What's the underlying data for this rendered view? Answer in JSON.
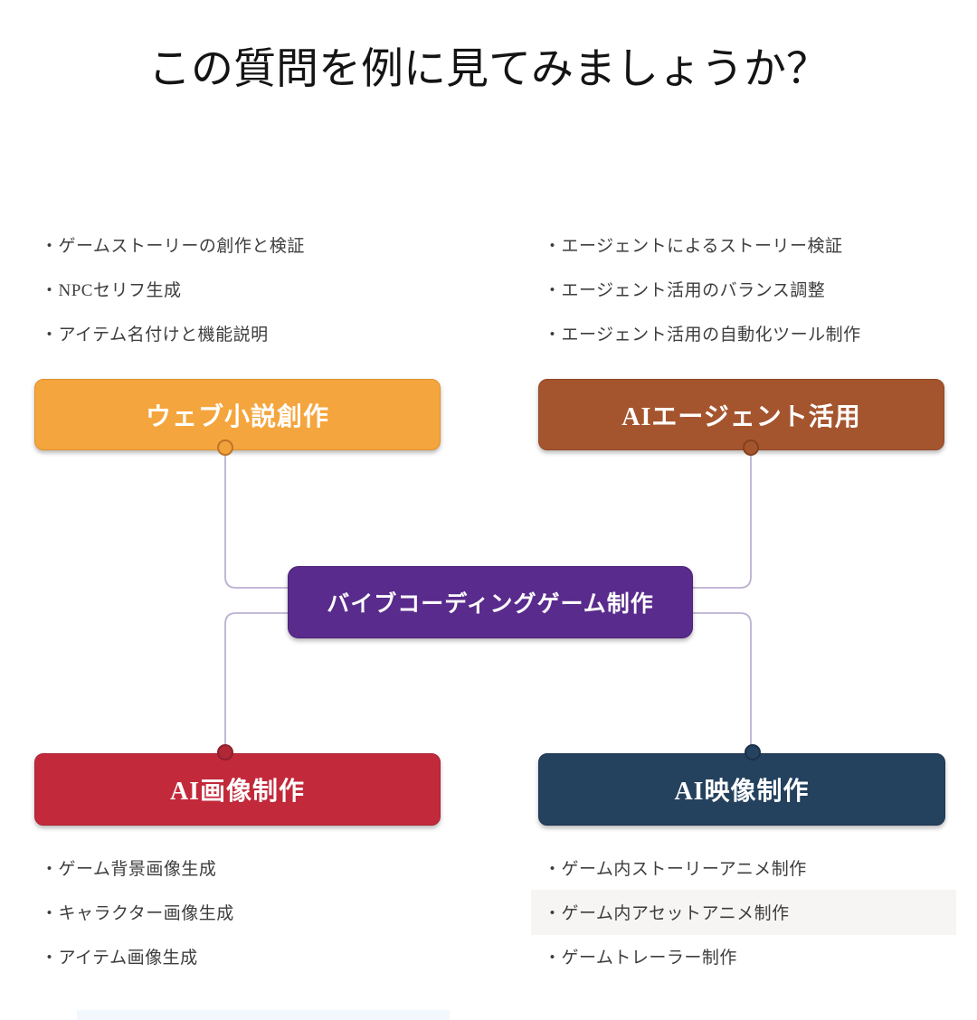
{
  "title": "この質問を例に見てみましょうか？",
  "diagram": {
    "center": {
      "label": "バイブコーディングゲーム制作",
      "color": "#592B8C"
    },
    "connector_color": "#bcb0d2",
    "nodes": [
      {
        "id": "web-novel",
        "label": "ウェブ小説創作",
        "color": "#F5A53D",
        "position": "top-left",
        "items": [
          "・ゲームストーリーの創作と検証",
          "・NPCセリフ生成",
          "・アイテム名付けと機能説明"
        ]
      },
      {
        "id": "ai-agent",
        "label": "AIエージェント活用",
        "color": "#A5552E",
        "position": "top-right",
        "items": [
          "・エージェントによるストーリー検証",
          "・エージェント活用のバランス調整",
          "・エージェント活用の自動化ツール制作"
        ]
      },
      {
        "id": "ai-image",
        "label": "AI画像制作",
        "color": "#C2293A",
        "position": "bottom-left",
        "items": [
          "・ゲーム背景画像生成",
          "・キャラクター画像生成",
          "・アイテム画像生成"
        ]
      },
      {
        "id": "ai-video",
        "label": "AI映像制作",
        "color": "#24415E",
        "position": "bottom-right",
        "items": [
          "・ゲーム内ストーリーアニメ制作",
          "・ゲーム内アセットアニメ制作",
          "・ゲームトレーラー制作"
        ]
      }
    ]
  }
}
